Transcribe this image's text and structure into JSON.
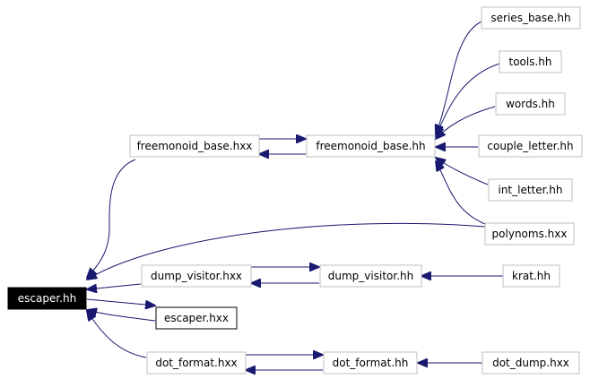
{
  "graph": {
    "nodes": [
      {
        "id": "escaper_hh",
        "label": "escaper.hh",
        "selected": true
      },
      {
        "id": "freemonoid_base_hxx",
        "label": "freemonoid_base.hxx"
      },
      {
        "id": "freemonoid_base_hh",
        "label": "freemonoid_base.hh"
      },
      {
        "id": "series_base_hh",
        "label": "series_base.hh"
      },
      {
        "id": "tools_hh",
        "label": "tools.hh"
      },
      {
        "id": "words_hh",
        "label": "words.hh"
      },
      {
        "id": "couple_letter_hh",
        "label": "couple_letter.hh"
      },
      {
        "id": "int_letter_hh",
        "label": "int_letter.hh"
      },
      {
        "id": "polynoms_hxx",
        "label": "polynoms.hxx"
      },
      {
        "id": "dump_visitor_hxx",
        "label": "dump_visitor.hxx"
      },
      {
        "id": "dump_visitor_hh",
        "label": "dump_visitor.hh"
      },
      {
        "id": "krat_hh",
        "label": "krat.hh"
      },
      {
        "id": "escaper_hxx",
        "label": "escaper.hxx",
        "primary": true
      },
      {
        "id": "dot_format_hxx",
        "label": "dot_format.hxx"
      },
      {
        "id": "dot_format_hh",
        "label": "dot_format.hh"
      },
      {
        "id": "dot_dump_hxx",
        "label": "dot_dump.hxx"
      }
    ],
    "edges": [
      {
        "from": "freemonoid_base_hxx",
        "to": "escaper_hh"
      },
      {
        "from": "polynoms_hxx",
        "to": "escaper_hh"
      },
      {
        "from": "dump_visitor_hxx",
        "to": "escaper_hh"
      },
      {
        "from": "escaper_hh",
        "to": "escaper_hxx"
      },
      {
        "from": "escaper_hxx",
        "to": "escaper_hh"
      },
      {
        "from": "dot_format_hxx",
        "to": "escaper_hh"
      },
      {
        "from": "freemonoid_base_hxx",
        "to": "freemonoid_base_hh"
      },
      {
        "from": "freemonoid_base_hh",
        "to": "freemonoid_base_hxx"
      },
      {
        "from": "series_base_hh",
        "to": "freemonoid_base_hh"
      },
      {
        "from": "tools_hh",
        "to": "freemonoid_base_hh"
      },
      {
        "from": "words_hh",
        "to": "freemonoid_base_hh"
      },
      {
        "from": "couple_letter_hh",
        "to": "freemonoid_base_hh"
      },
      {
        "from": "int_letter_hh",
        "to": "freemonoid_base_hh"
      },
      {
        "from": "polynoms_hxx",
        "to": "freemonoid_base_hh"
      },
      {
        "from": "dump_visitor_hxx",
        "to": "dump_visitor_hh"
      },
      {
        "from": "dump_visitor_hh",
        "to": "dump_visitor_hxx"
      },
      {
        "from": "krat_hh",
        "to": "dump_visitor_hh"
      },
      {
        "from": "dot_format_hxx",
        "to": "dot_format_hh"
      },
      {
        "from": "dot_format_hh",
        "to": "dot_format_hxx"
      },
      {
        "from": "dot_dump_hxx",
        "to": "dot_format_hh"
      }
    ]
  },
  "colors": {
    "edge": "#191970",
    "node_border": "#bfbfbf",
    "selected_fill": "#000000",
    "selected_text": "#ffffff"
  }
}
